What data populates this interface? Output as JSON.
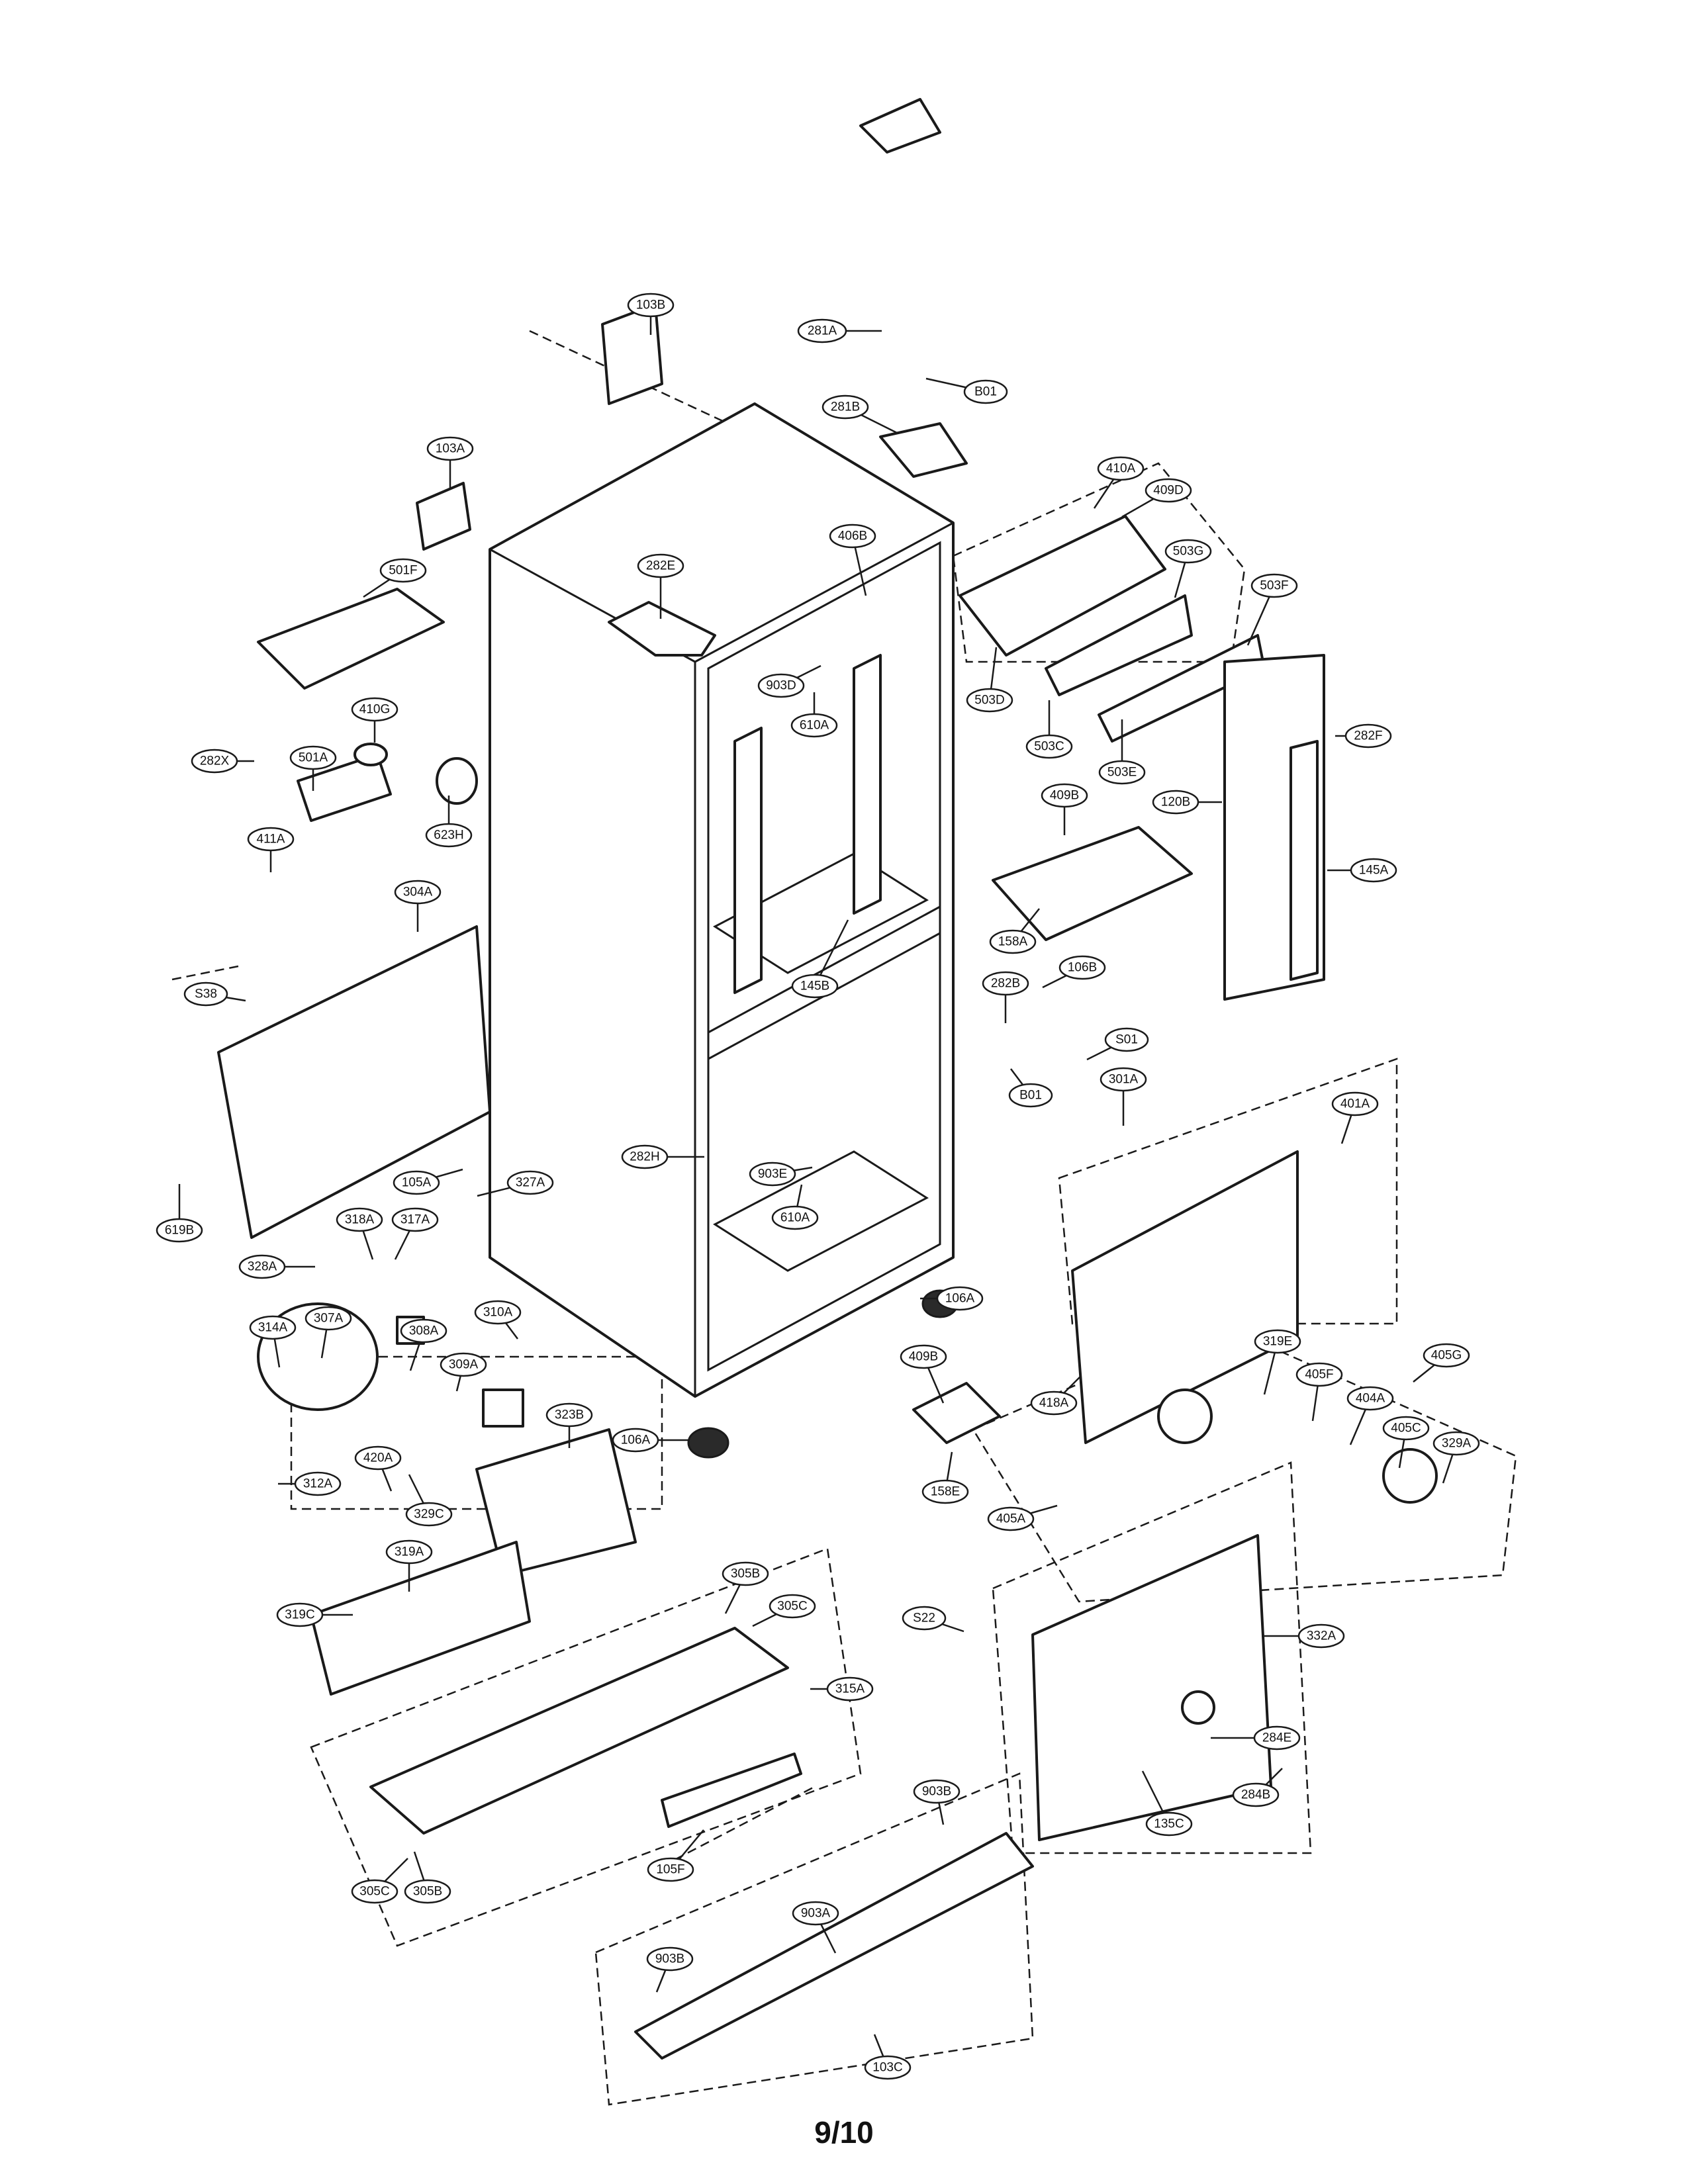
{
  "diagram": {
    "page_number": "9/10",
    "callouts": [
      "103B",
      "281A",
      "B01",
      "281B",
      "103A",
      "410A",
      "409D",
      "406B",
      "282E",
      "503G",
      "501F",
      "503F",
      "903D",
      "503D",
      "610A",
      "282F",
      "410G",
      "503C",
      "503E",
      "501A",
      "282X",
      "120B",
      "409B",
      "623H",
      "411A",
      "145A",
      "304A",
      "158A",
      "S38",
      "282B",
      "106B",
      "145B",
      "S01",
      "B01",
      "301A",
      "282H",
      "401A",
      "105A",
      "327A",
      "903E",
      "610A",
      "619B",
      "318A",
      "317A",
      "328A",
      "106A",
      "307A",
      "314A",
      "310A",
      "308A",
      "409B",
      "319E",
      "405G",
      "309A",
      "405F",
      "404A",
      "323B",
      "106A",
      "418A",
      "405C",
      "329A",
      "420A",
      "312A",
      "158E",
      "405A",
      "329C",
      "319A",
      "305B",
      "319C",
      "305C",
      "S22",
      "332A",
      "315A",
      "284E",
      "903B",
      "284B",
      "135C",
      "105F",
      "305C",
      "305B",
      "903A",
      "903B",
      "103C"
    ]
  }
}
